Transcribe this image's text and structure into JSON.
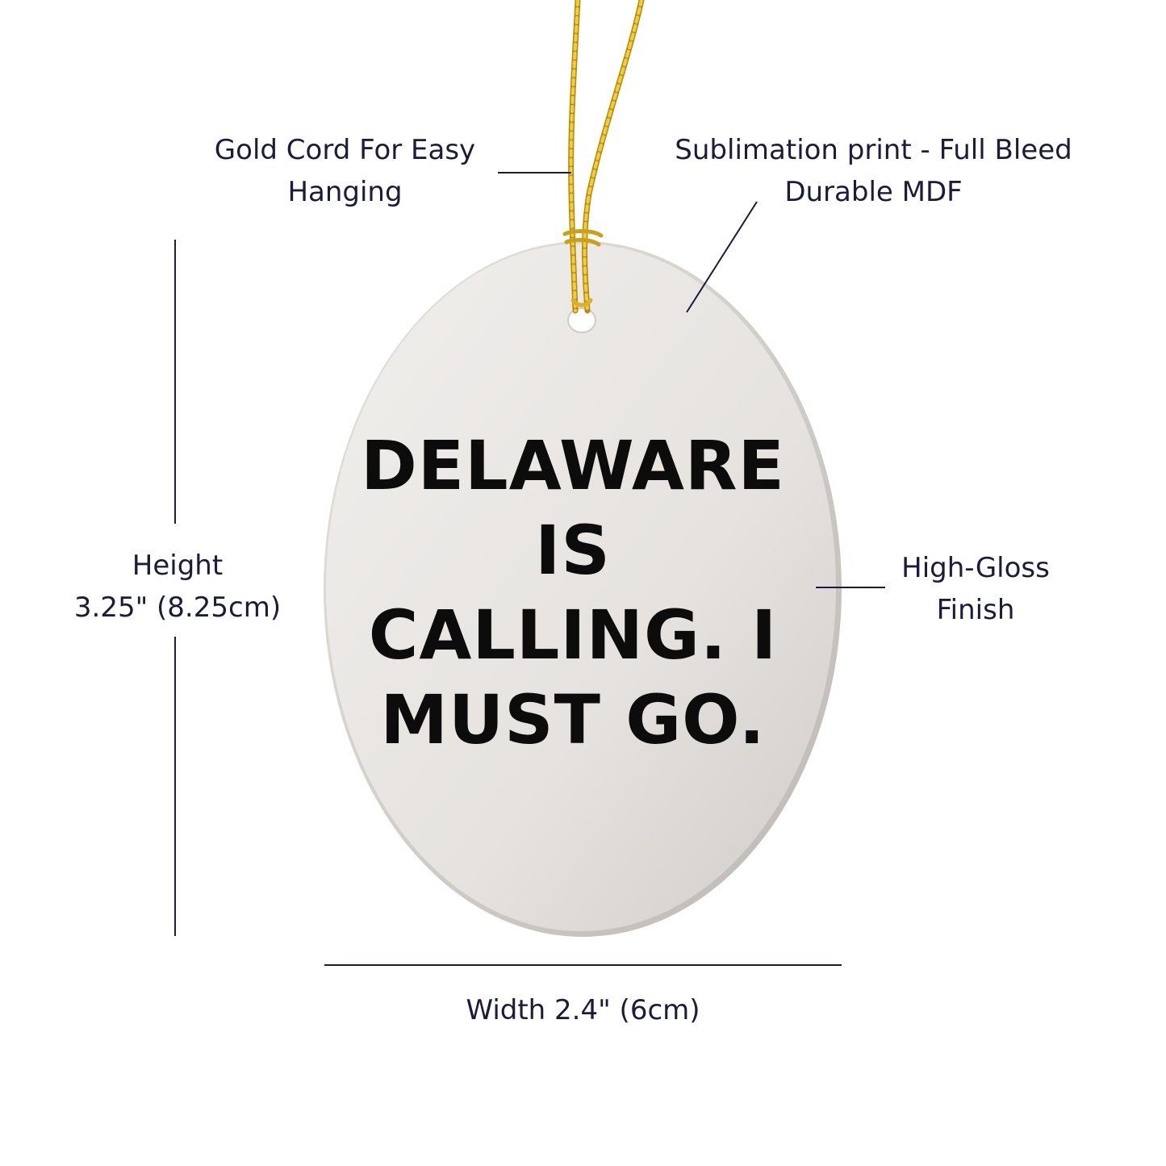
{
  "callouts": {
    "cord": {
      "line1": "Gold Cord For Easy",
      "line2": "Hanging"
    },
    "print": {
      "line1": "Sublimation print - Full Bleed",
      "line2": "Durable MDF"
    },
    "gloss": {
      "line1": "High-Gloss",
      "line2": "Finish"
    },
    "height": {
      "line1": "Height",
      "line2": "3.25\" (8.25cm)"
    },
    "width": {
      "label": "Width 2.4\" (6cm)"
    }
  },
  "ornament": {
    "shape": "oval",
    "text_lines": [
      "DELAWARE",
      "IS",
      "CALLING. I",
      "MUST GO."
    ]
  },
  "colors": {
    "text": "#1b1c3b",
    "cord": "#d4a91c",
    "ornament_face": "#ece9e6"
  }
}
